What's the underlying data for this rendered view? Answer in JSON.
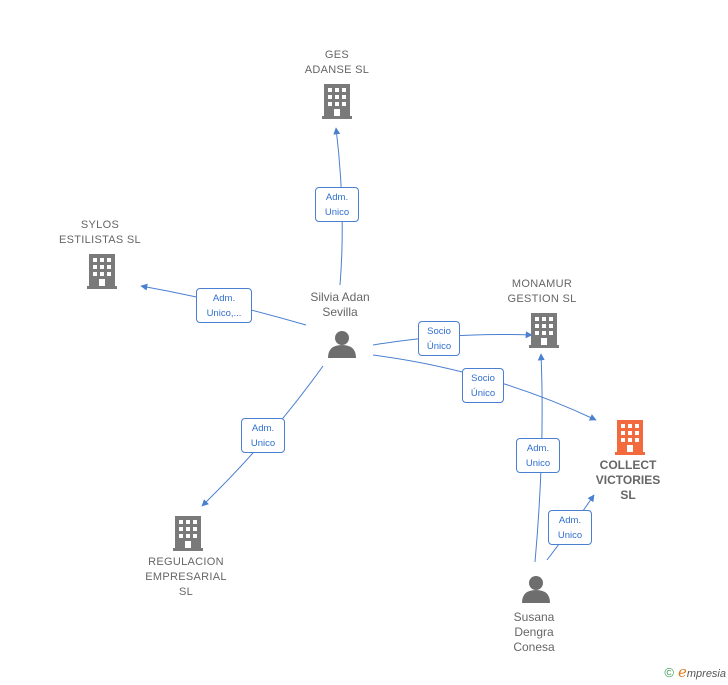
{
  "colors": {
    "edge": "#4a7fd1",
    "company": "#7a7a7a",
    "target": "#f26a3d",
    "person": "#6e6e6e"
  },
  "nodes": {
    "ges": "GES\nADANSE SL",
    "sylos": "SYLOS\nESTILISTAS SL",
    "monamur": "MONAMUR\nGESTION  SL",
    "collect": "COLLECT\nVICTORIES\nSL",
    "regulacion": "REGULACION\nEMPRESARIAL\nSL",
    "silvia": "Silvia Adan\nSevilla",
    "susana": "Susana\nDengra\nConesa"
  },
  "edges": {
    "silvia_ges": "Adm.\nUnico",
    "silvia_sylos": "Adm.\nUnico,...",
    "silvia_monamur": "Socio\nÚnico",
    "silvia_collect": "Socio\nÚnico",
    "silvia_regulacion": "Adm.\nUnico",
    "susana_monamur": "Adm.\nUnico",
    "susana_collect": "Adm.\nUnico"
  },
  "footer": {
    "copyright": "©",
    "brand_e": "e",
    "brand_rest": "mpresia"
  }
}
